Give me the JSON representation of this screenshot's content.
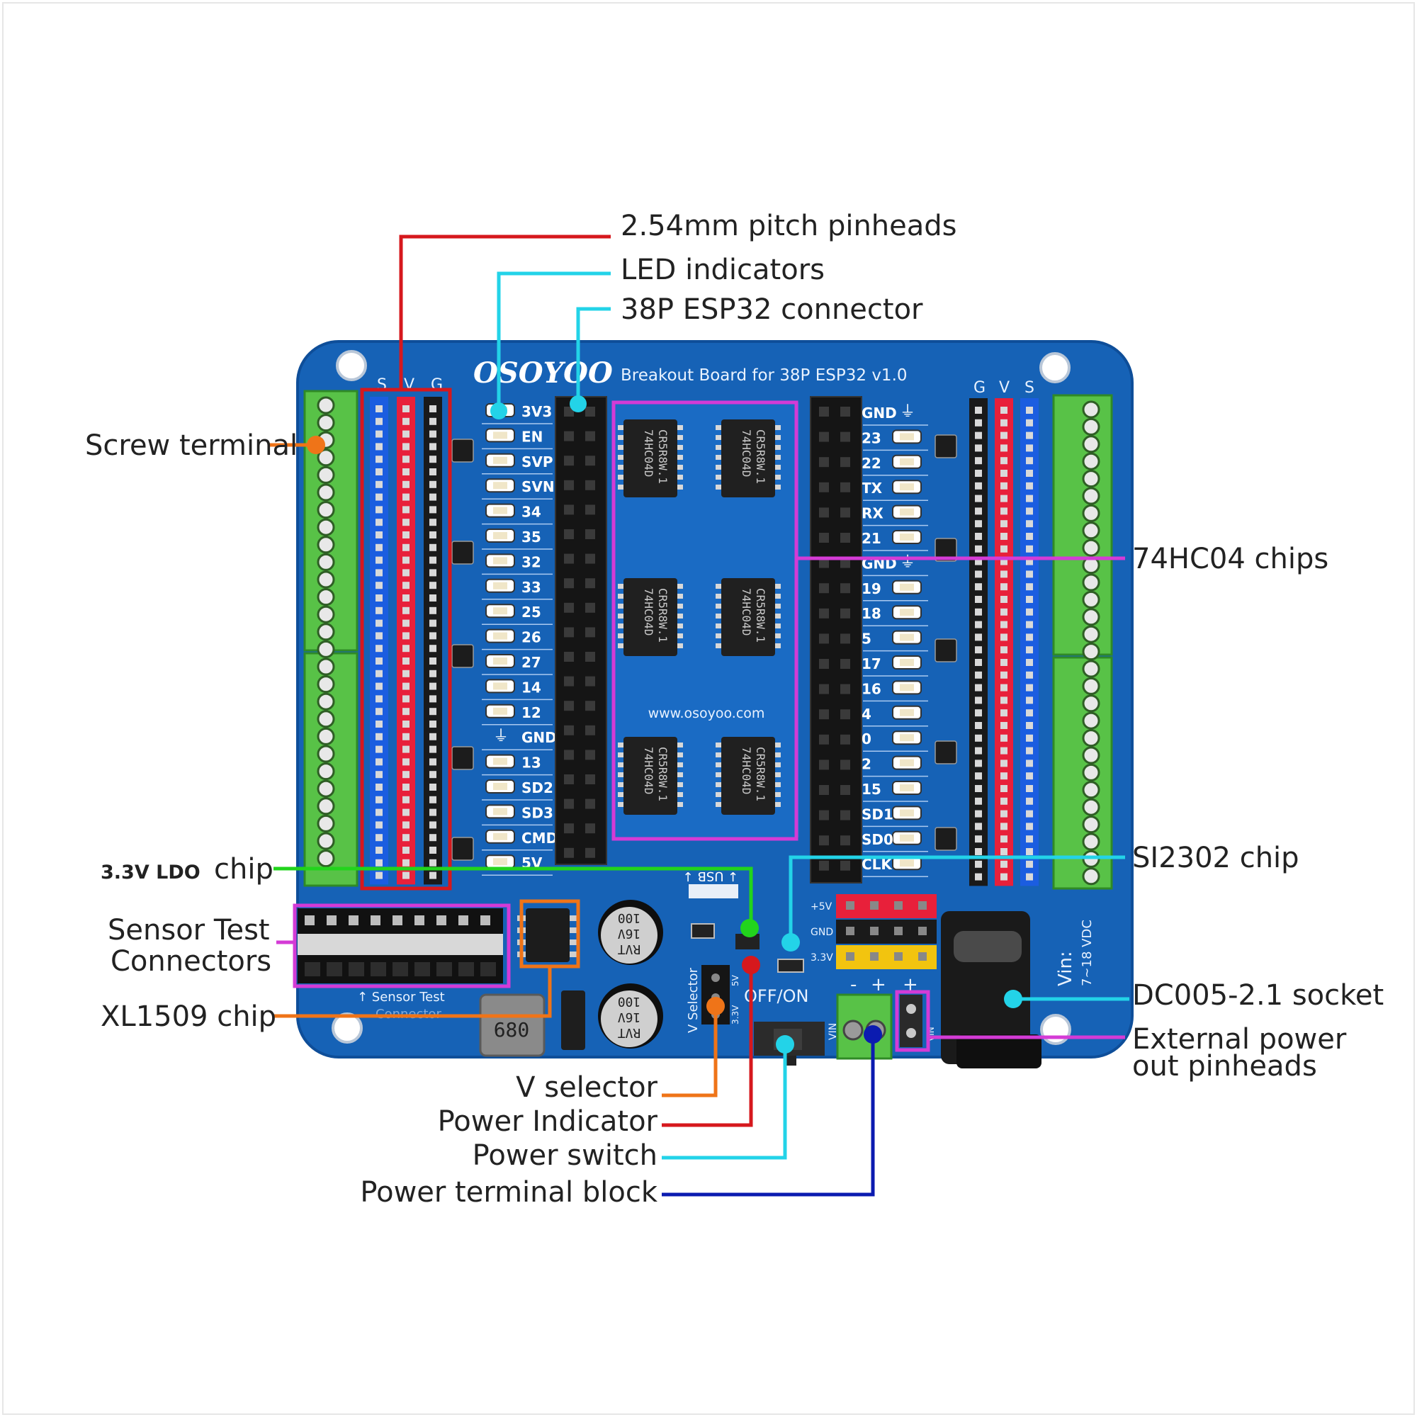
{
  "board": {
    "brand": "OSOYOO",
    "title": "Breakout Board for 38P ESP32 v1.0",
    "website": "www.osoyoo.com",
    "left_header": [
      "S",
      "V",
      "G"
    ],
    "right_header": [
      "G",
      "V",
      "S"
    ],
    "left_pins": [
      "3V3",
      "EN",
      "SVP",
      "SVN",
      "34",
      "35",
      "32",
      "33",
      "25",
      "26",
      "27",
      "14",
      "12",
      "GND",
      "13",
      "SD2",
      "SD3",
      "CMD",
      "5V"
    ],
    "right_pins": [
      "GND",
      "23",
      "22",
      "TX",
      "RX",
      "21",
      "GND",
      "19",
      "18",
      "5",
      "17",
      "16",
      "4",
      "0",
      "2",
      "15",
      "SD1",
      "SD0",
      "CLK"
    ],
    "chip_label": [
      "74HC04D",
      "CR5R8W.1"
    ],
    "cap_label": [
      "RVT",
      "16V",
      "100"
    ],
    "inductor_label": "680",
    "usb_label": "↓ USB ↓",
    "sensor_silk": [
      "↑ Sensor Test",
      "Connector"
    ],
    "selector_silk": "V Selector",
    "offon_silk": "OFF/ON",
    "vin_silk": [
      "Vin:",
      "7~18 VDC"
    ],
    "power_rail_labels": [
      "+5V",
      "GND",
      "3.3V"
    ],
    "terminal_silk": [
      "-",
      "+",
      "+"
    ],
    "ext_silk": "VIN",
    "switch_silk": "VIN",
    "selector_values": [
      "5V",
      "3.3V"
    ]
  },
  "callouts": {
    "pinheads": "2.54mm pitch pinheads",
    "led": "LED indicators",
    "esp32": "38P ESP32 connector",
    "screw": "Screw terminal",
    "chips": "74HC04 chips",
    "ldo_a": "3.3V LDO",
    "ldo_b": "chip",
    "sensor_a": "Sensor Test",
    "sensor_b": "Connectors",
    "xl1509": "XL1509 chip",
    "si2302": "SI2302 chip",
    "dc": "DC005-2.1 socket",
    "ext_a": "External power",
    "ext_b": "out pinheads",
    "vsel": "V selector",
    "power_ind": "Power Indicator",
    "power_sw": "Power switch",
    "power_tb": "Power terminal block"
  },
  "colors": {
    "board": "#1662b6",
    "pin_blue": "#1b5de0",
    "pin_red": "#e8203a",
    "pin_black": "#1a1a1a",
    "terminal_green": "#58c247",
    "callout_red": "#d6181d",
    "callout_cyan": "#23d3e8",
    "callout_magenta": "#d43bd6",
    "callout_orange": "#ef7418",
    "callout_green": "#22d41c",
    "callout_blue": "#0b1bb0"
  }
}
